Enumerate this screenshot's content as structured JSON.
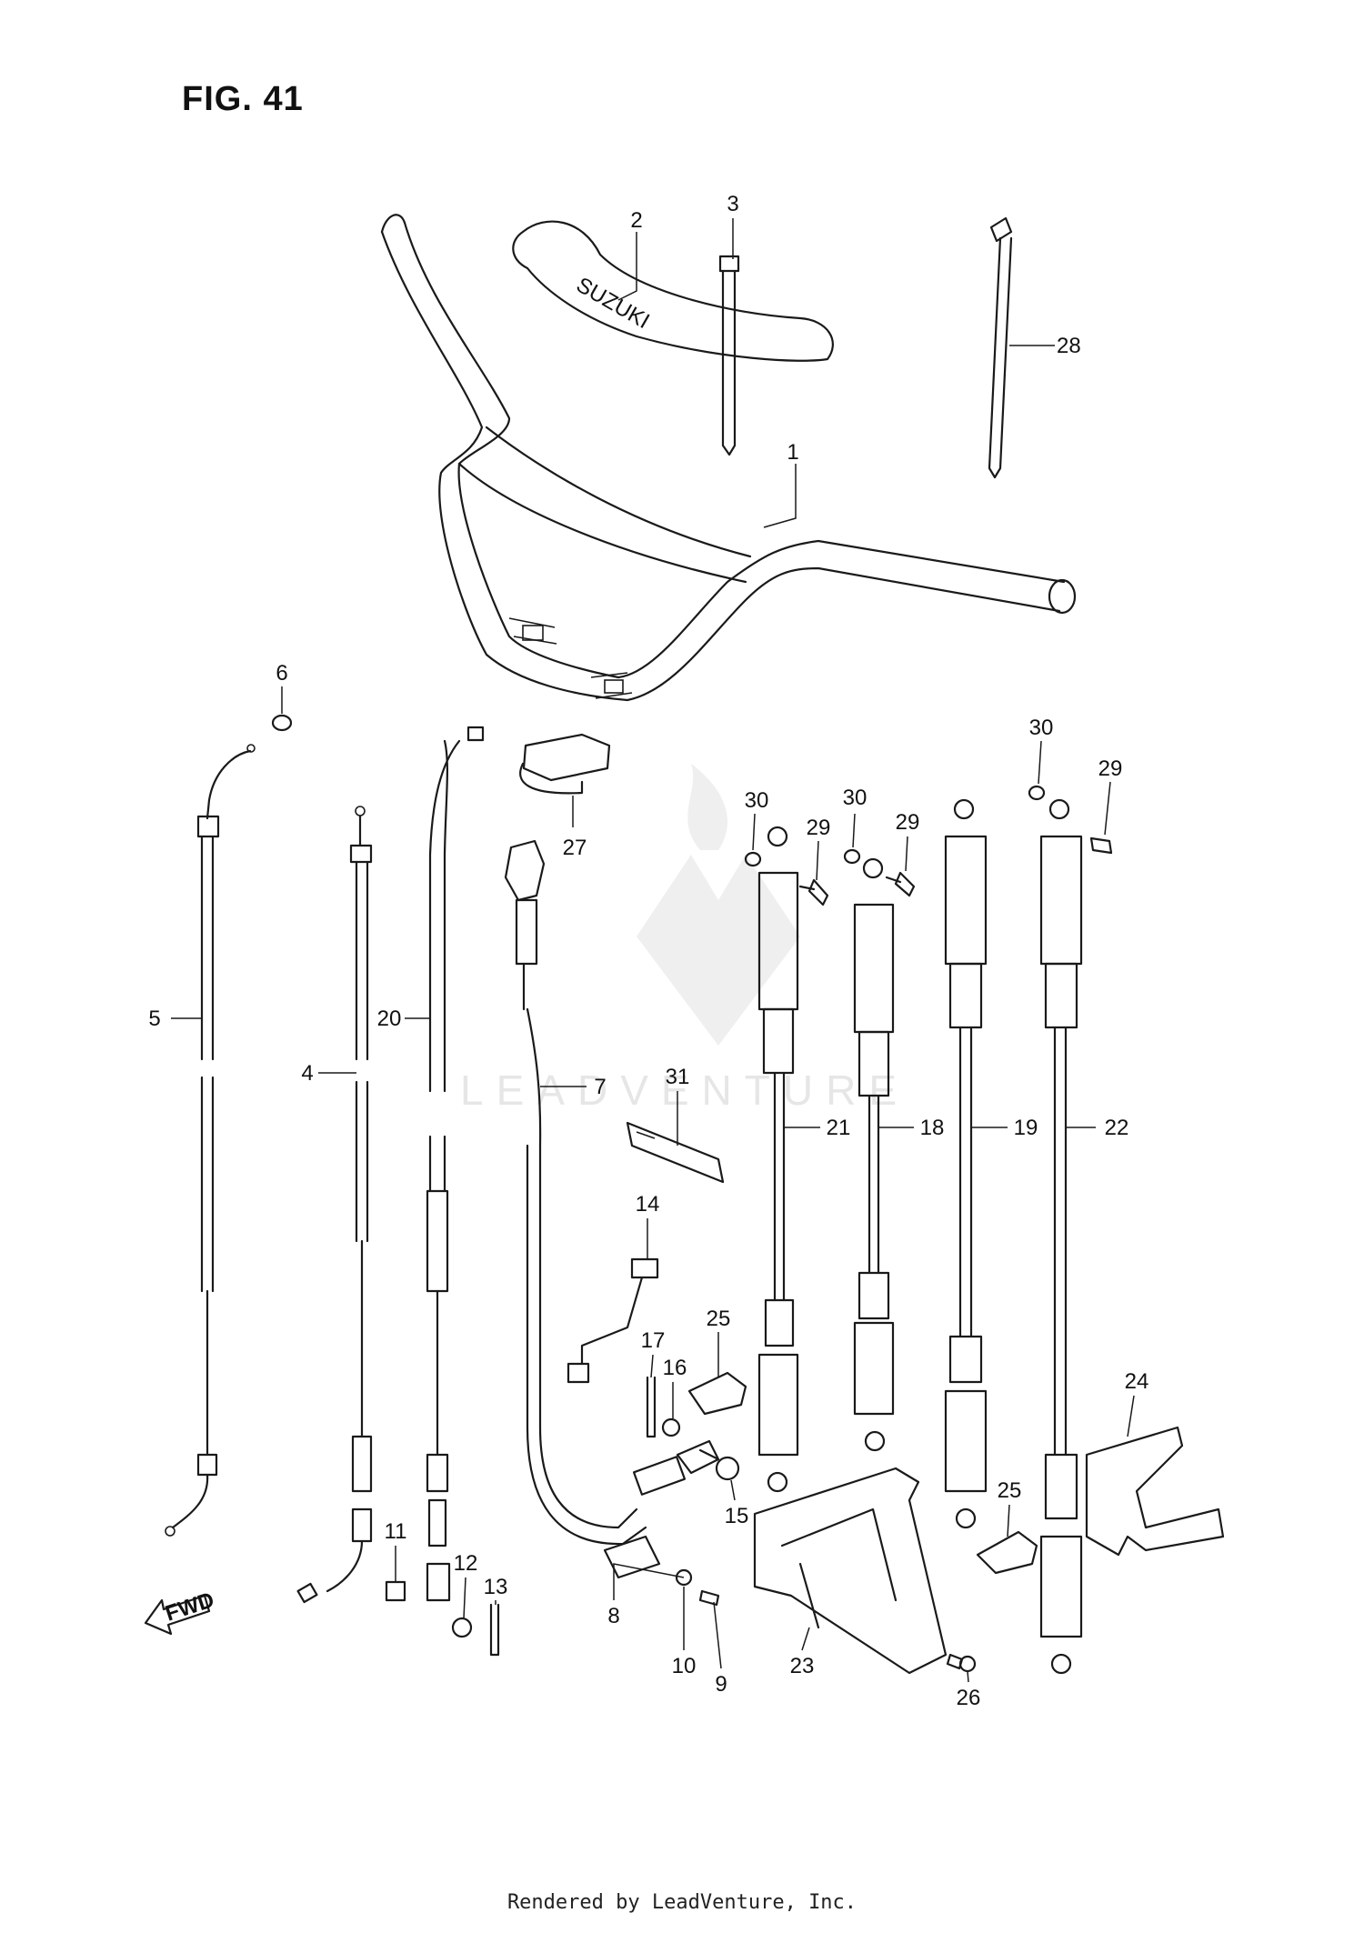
{
  "figure": {
    "title": "FIG. 41",
    "footer": "Rendered by LeadVenture, Inc.",
    "watermark_text": "LEADVENTURE",
    "handlebar_brand": "SUZUKI",
    "direction_label": "FWD"
  },
  "callouts": [
    {
      "id": "c1",
      "label": "1"
    },
    {
      "id": "c2",
      "label": "2"
    },
    {
      "id": "c3",
      "label": "3"
    },
    {
      "id": "c28",
      "label": "28"
    },
    {
      "id": "c6",
      "label": "6"
    },
    {
      "id": "c27",
      "label": "27"
    },
    {
      "id": "c5",
      "label": "5"
    },
    {
      "id": "c4",
      "label": "4"
    },
    {
      "id": "c20",
      "label": "20"
    },
    {
      "id": "c7",
      "label": "7"
    },
    {
      "id": "c31",
      "label": "31"
    },
    {
      "id": "c30a",
      "label": "30"
    },
    {
      "id": "c30b",
      "label": "30"
    },
    {
      "id": "c30c",
      "label": "30"
    },
    {
      "id": "c29a",
      "label": "29"
    },
    {
      "id": "c29b",
      "label": "29"
    },
    {
      "id": "c29c",
      "label": "29"
    },
    {
      "id": "c21",
      "label": "21"
    },
    {
      "id": "c18",
      "label": "18"
    },
    {
      "id": "c19",
      "label": "19"
    },
    {
      "id": "c22",
      "label": "22"
    },
    {
      "id": "c14",
      "label": "14"
    },
    {
      "id": "c25a",
      "label": "25"
    },
    {
      "id": "c17",
      "label": "17"
    },
    {
      "id": "c16",
      "label": "16"
    },
    {
      "id": "c15",
      "label": "15"
    },
    {
      "id": "c24",
      "label": "24"
    },
    {
      "id": "c25b",
      "label": "25"
    },
    {
      "id": "c11",
      "label": "11"
    },
    {
      "id": "c12",
      "label": "12"
    },
    {
      "id": "c13",
      "label": "13"
    },
    {
      "id": "c8",
      "label": "8"
    },
    {
      "id": "c10",
      "label": "10"
    },
    {
      "id": "c9",
      "label": "9"
    },
    {
      "id": "c23",
      "label": "23"
    },
    {
      "id": "c26",
      "label": "26"
    }
  ]
}
